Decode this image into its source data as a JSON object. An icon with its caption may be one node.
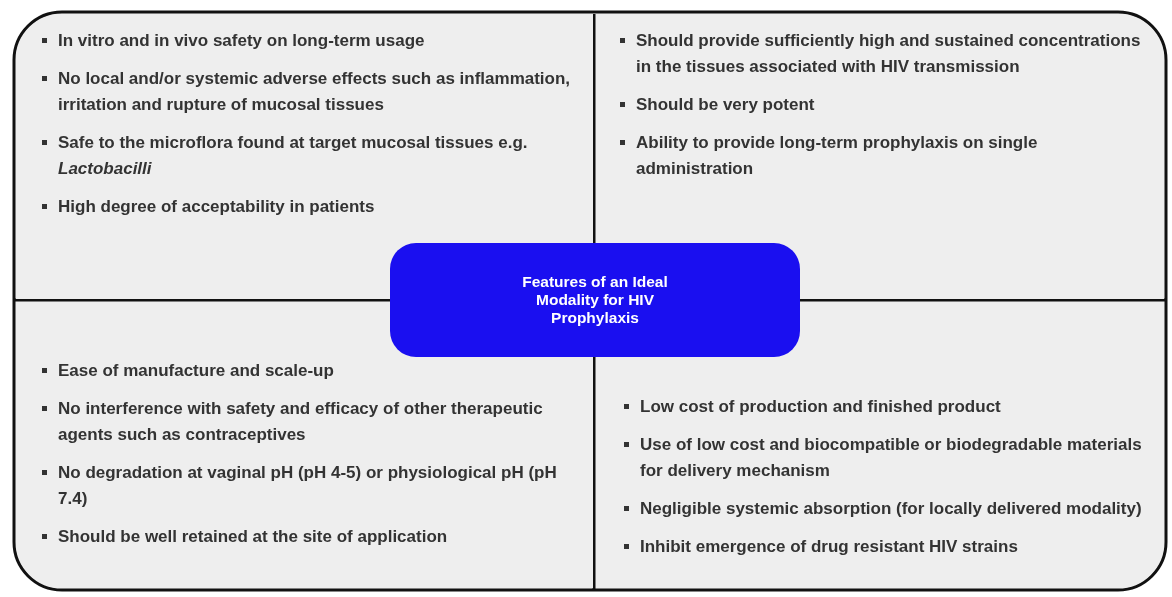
{
  "diagram": {
    "nodes": [
      {
        "text": [
          "In vitro and in vivo safety on long-term usage",
          "No local and/or systemic adverse effects such as inflammation, irritation and rupture of mucosal tissues",
          "Safe to the microflora found at target mucosal tissues e.g. *Lactobacilli*",
          "High degree of acceptability in patients"
        ]
      },
      {
        "text": [
          "Should provide sufficiently high and sustained concentrations in the tissues associated with HIV transmission",
          "Should be very potent",
          "Ability to provide long-term prophylaxis on single administration"
        ]
      },
      {
        "text": [
          "Features of an Ideal Modality for HIV Prophylaxis"
        ]
      },
      {
        "text": [
          "Ease of manufacture and scale-up",
          "No interference with safety and efficacy of other therapeutic agents such as contraceptives",
          "No degradation at vaginal pH (pH 4-5) or physiological pH (pH 7.4)",
          "Should be well retained at the site of application"
        ]
      },
      {
        "text": [
          "Low cost of production and finished product",
          "Use of low cost and biocompatible or biodegradable materials for delivery mechanism",
          "Negligible systemic absorption (for locally delivered modality)",
          "Inhibit emergence of drug resistant HIV strains"
        ]
      }
    ],
    "edges": []
  }
}
